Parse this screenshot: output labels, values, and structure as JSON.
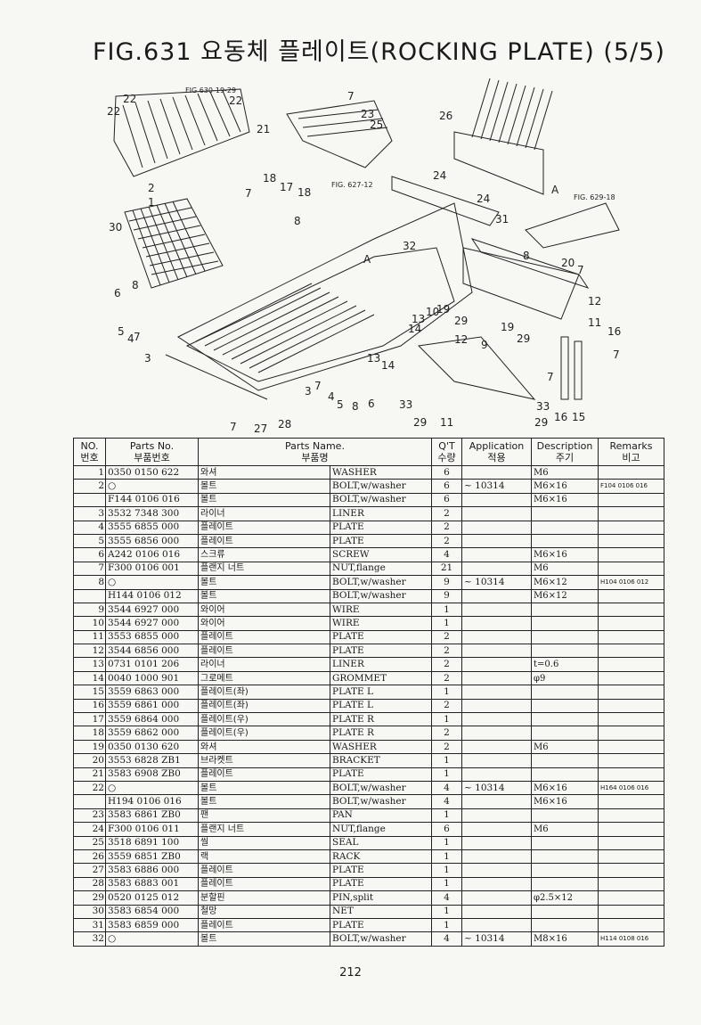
{
  "title": "FIG.631 요동체 플레이트(ROCKING PLATE) (5/5)",
  "diagram": {
    "callouts": [
      "1",
      "2",
      "3",
      "4",
      "5",
      "6",
      "7",
      "8",
      "12",
      "13",
      "14",
      "16",
      "17",
      "18",
      "19",
      "20",
      "21",
      "22",
      "23",
      "24",
      "25",
      "26",
      "27",
      "28",
      "29",
      "30",
      "31",
      "32",
      "33",
      "10",
      "11",
      "15",
      "9",
      "A"
    ],
    "references": [
      "FIG 630-19-29",
      "FIG. 627-12",
      "FIG. 629-18"
    ]
  },
  "table": {
    "headers": {
      "no": "NO.\n번호",
      "parts_no": "Parts No.\n부품번호",
      "parts_name": "Parts Name.\n부품명",
      "qty": "Q'T\n수량",
      "application": "Application\n적용",
      "description": "Description\n주기",
      "remarks": "Remarks\n비고"
    },
    "rows": [
      {
        "no": "1",
        "part": "0350 0150 622",
        "kr": "와셔",
        "en": "WASHER",
        "qty": "6",
        "app": "",
        "desc": "M6",
        "rem": ""
      },
      {
        "no": "2",
        "part": "○",
        "kr": "볼트",
        "en": "BOLT,w/washer",
        "qty": "6",
        "app": "~ 10314",
        "desc": "M6×16",
        "rem": "F104 0106 016"
      },
      {
        "no": "",
        "part": "F144 0106 016",
        "kr": "볼트",
        "en": "BOLT,w/washer",
        "qty": "6",
        "app": "",
        "desc": "M6×16",
        "rem": ""
      },
      {
        "no": "3",
        "part": "3532 7348 300",
        "kr": "라이너",
        "en": "LINER",
        "qty": "2",
        "app": "",
        "desc": "",
        "rem": ""
      },
      {
        "no": "4",
        "part": "3555 6855 000",
        "kr": "플레이트",
        "en": "PLATE",
        "qty": "2",
        "app": "",
        "desc": "",
        "rem": ""
      },
      {
        "no": "5",
        "part": "3555 6856 000",
        "kr": "플레이트",
        "en": "PLATE",
        "qty": "2",
        "app": "",
        "desc": "",
        "rem": ""
      },
      {
        "no": "6",
        "part": "A242 0106 016",
        "kr": "스크류",
        "en": "SCREW",
        "qty": "4",
        "app": "",
        "desc": "M6×16",
        "rem": ""
      },
      {
        "no": "7",
        "part": "F300 0106 001",
        "kr": "플랜지 너트",
        "en": "NUT,flange",
        "qty": "21",
        "app": "",
        "desc": "M6",
        "rem": ""
      },
      {
        "no": "8",
        "part": "○",
        "kr": "볼트",
        "en": "BOLT,w/washer",
        "qty": "9",
        "app": "~ 10314",
        "desc": "M6×12",
        "rem": "H104 0106 012"
      },
      {
        "no": "",
        "part": "H144 0106 012",
        "kr": "볼트",
        "en": "BOLT,w/washer",
        "qty": "9",
        "app": "",
        "desc": "M6×12",
        "rem": ""
      },
      {
        "no": "9",
        "part": "3544 6927 000",
        "kr": "와이어",
        "en": "WIRE",
        "qty": "1",
        "app": "",
        "desc": "",
        "rem": ""
      },
      {
        "no": "10",
        "part": "3544 6927 000",
        "kr": "와이어",
        "en": "WIRE",
        "qty": "1",
        "app": "",
        "desc": "",
        "rem": ""
      },
      {
        "no": "11",
        "part": "3553 6855 000",
        "kr": "플레이트",
        "en": "PLATE",
        "qty": "2",
        "app": "",
        "desc": "",
        "rem": ""
      },
      {
        "no": "12",
        "part": "3544 6856 000",
        "kr": "플레이트",
        "en": "PLATE",
        "qty": "2",
        "app": "",
        "desc": "",
        "rem": ""
      },
      {
        "no": "13",
        "part": "0731 0101 206",
        "kr": "라이너",
        "en": "LINER",
        "qty": "2",
        "app": "",
        "desc": "t=0.6",
        "rem": ""
      },
      {
        "no": "14",
        "part": "0040 1000 901",
        "kr": "그로메트",
        "en": "GROMMET",
        "qty": "2",
        "app": "",
        "desc": "φ9",
        "rem": ""
      },
      {
        "no": "15",
        "part": "3559 6863 000",
        "kr": "플레이트(좌)",
        "en": "PLATE L",
        "qty": "1",
        "app": "",
        "desc": "",
        "rem": ""
      },
      {
        "no": "16",
        "part": "3559 6861 000",
        "kr": "플레이트(좌)",
        "en": "PLATE L",
        "qty": "2",
        "app": "",
        "desc": "",
        "rem": ""
      },
      {
        "no": "17",
        "part": "3559 6864 000",
        "kr": "플레이트(우)",
        "en": "PLATE R",
        "qty": "1",
        "app": "",
        "desc": "",
        "rem": ""
      },
      {
        "no": "18",
        "part": "3559 6862 000",
        "kr": "플레이트(우)",
        "en": "PLATE R",
        "qty": "2",
        "app": "",
        "desc": "",
        "rem": ""
      },
      {
        "no": "19",
        "part": "0350 0130 620",
        "kr": "와셔",
        "en": "WASHER",
        "qty": "2",
        "app": "",
        "desc": "M6",
        "rem": ""
      },
      {
        "no": "20",
        "part": "3553 6828 ZB1",
        "kr": "브라켓트",
        "en": "BRACKET",
        "qty": "1",
        "app": "",
        "desc": "",
        "rem": ""
      },
      {
        "no": "21",
        "part": "3583 6908 ZB0",
        "kr": "플레이트",
        "en": "PLATE",
        "qty": "1",
        "app": "",
        "desc": "",
        "rem": ""
      },
      {
        "no": "22",
        "part": "○",
        "kr": "볼트",
        "en": "BOLT,w/washer",
        "qty": "4",
        "app": "~ 10314",
        "desc": "M6×16",
        "rem": "H164 0106 016"
      },
      {
        "no": "",
        "part": "H194 0106 016",
        "kr": "볼트",
        "en": "BOLT,w/washer",
        "qty": "4",
        "app": "",
        "desc": "M6×16",
        "rem": ""
      },
      {
        "no": "23",
        "part": "3583 6861 ZB0",
        "kr": "팬",
        "en": "PAN",
        "qty": "1",
        "app": "",
        "desc": "",
        "rem": ""
      },
      {
        "no": "24",
        "part": "F300 0106 011",
        "kr": "플랜지 너트",
        "en": "NUT,flange",
        "qty": "6",
        "app": "",
        "desc": "M6",
        "rem": ""
      },
      {
        "no": "25",
        "part": "3518 6891 100",
        "kr": "씰",
        "en": "SEAL",
        "qty": "1",
        "app": "",
        "desc": "",
        "rem": ""
      },
      {
        "no": "26",
        "part": "3559 6851 ZB0",
        "kr": "랙",
        "en": "RACK",
        "qty": "1",
        "app": "",
        "desc": "",
        "rem": ""
      },
      {
        "no": "27",
        "part": "3583 6886 000",
        "kr": "플레이트",
        "en": "PLATE",
        "qty": "1",
        "app": "",
        "desc": "",
        "rem": ""
      },
      {
        "no": "28",
        "part": "3583 6883 001",
        "kr": "플레이트",
        "en": "PLATE",
        "qty": "1",
        "app": "",
        "desc": "",
        "rem": ""
      },
      {
        "no": "29",
        "part": "0520 0125 012",
        "kr": "분할핀",
        "en": "PIN,split",
        "qty": "4",
        "app": "",
        "desc": "φ2.5×12",
        "rem": ""
      },
      {
        "no": "30",
        "part": "3583 6854 000",
        "kr": "철망",
        "en": "NET",
        "qty": "1",
        "app": "",
        "desc": "",
        "rem": ""
      },
      {
        "no": "31",
        "part": "3583 6859 000",
        "kr": "플레이트",
        "en": "PLATE",
        "qty": "1",
        "app": "",
        "desc": "",
        "rem": ""
      },
      {
        "no": "32",
        "part": "○",
        "kr": "볼트",
        "en": "BOLT,w/washer",
        "qty": "4",
        "app": "~ 10314",
        "desc": "M8×16",
        "rem": "H114 0108 016"
      }
    ]
  },
  "page_number": "212"
}
